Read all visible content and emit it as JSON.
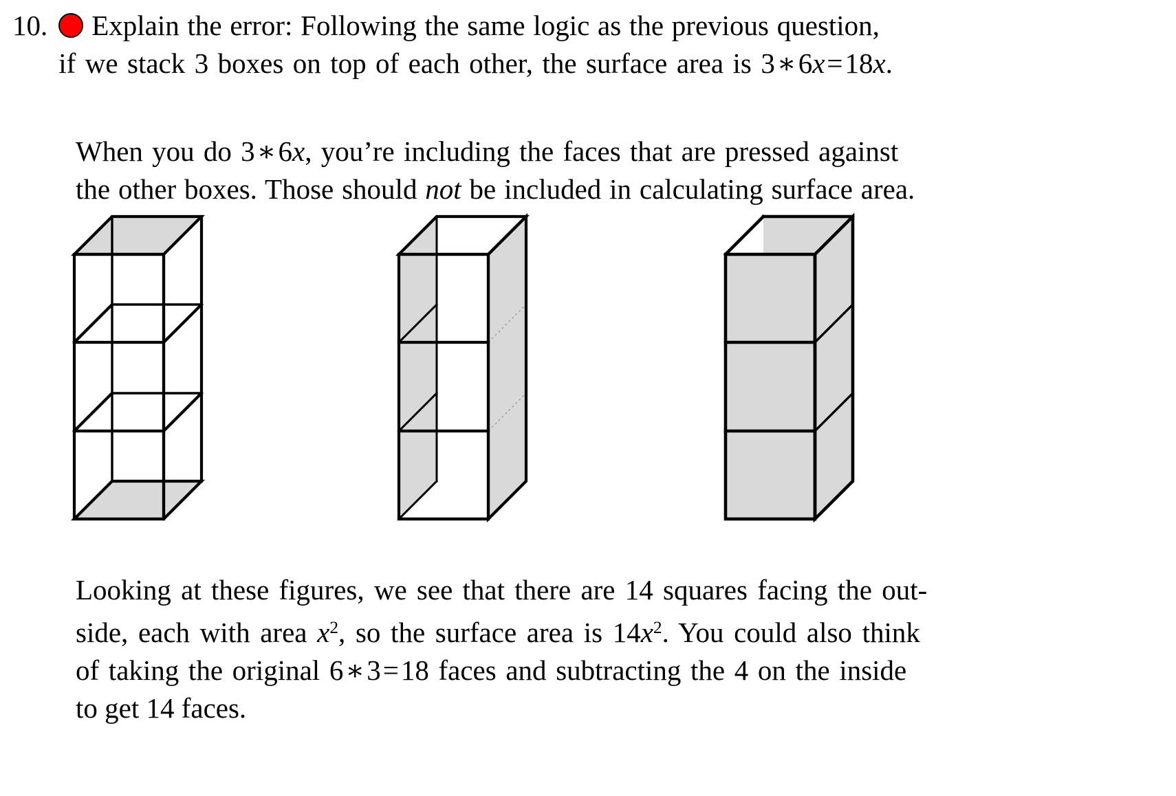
{
  "problem": {
    "number": "10.",
    "difficulty_marker": "red-circle",
    "difficulty_color": "#fe0000",
    "statement_line_1": "Explain the error:  Following the same logic as the previous question,",
    "statement_line_2_a": "if we stack 3 boxes on top of each other, the surface area is ",
    "statement_math": "3 ∗ 6x = 18x.",
    "statement_math_parts": {
      "three": "3",
      "star": "∗",
      "six": "6",
      "x1": "x",
      "equals": "=",
      "eighteen": "18",
      "x2": "x",
      "period": "."
    }
  },
  "explanation": {
    "line1_a": "When you do ",
    "line1_math_three": "3",
    "line1_math_star": "∗",
    "line1_math_six": "6",
    "line1_math_x": "x",
    "line1_b": ", you’re including the faces that are pressed against",
    "line2_a": "the other boxes.  Those should ",
    "line2_italic": "not",
    "line2_b": " be included in calculating surface area."
  },
  "conclusion": {
    "line1": "Looking at these figures, we see that there are 14 squares facing the out-",
    "line2_a": "side, each with area ",
    "line2_x": "x",
    "line2_exp": "2",
    "line2_b": ", so the surface area is ",
    "line2_c_num": "14",
    "line2_c_x": "x",
    "line2_c_exp": "2",
    "line2_d": ".  You could also think",
    "line3_a": "of taking the original ",
    "line3_six": "6",
    "line3_star": "∗",
    "line3_three": "3",
    "line3_eq": "=",
    "line3_eighteen": "18",
    "line3_b": " faces and subtracting the ",
    "line3_four": "4",
    "line3_c": " on the inside",
    "line4_a": "to get ",
    "line4_fourteen": "14",
    "line4_b": " faces."
  },
  "figures": {
    "caption_implied": "three views of a stack of 3 unit boxes",
    "count": 3,
    "boxes_in_stack": 3,
    "visible_outside_squares": 14,
    "total_faces_naive": 18,
    "inside_faces_subtracted": 4,
    "fill_gray": "#D9D9D9",
    "stroke": "#000000",
    "items": [
      {
        "name": "wireframe-stack",
        "shading": "top-and-bottom-faces-gray",
        "description": "transparent wireframe of three stacked cubes"
      },
      {
        "name": "side-shaded-stack",
        "shading": "left-and-right-side-faces-gray",
        "description": "stack with left and right side faces shaded"
      },
      {
        "name": "front-shaded-stack",
        "shading": "front-and-right-faces-gray",
        "description": "stack with front faces and right side shaded"
      }
    ]
  }
}
